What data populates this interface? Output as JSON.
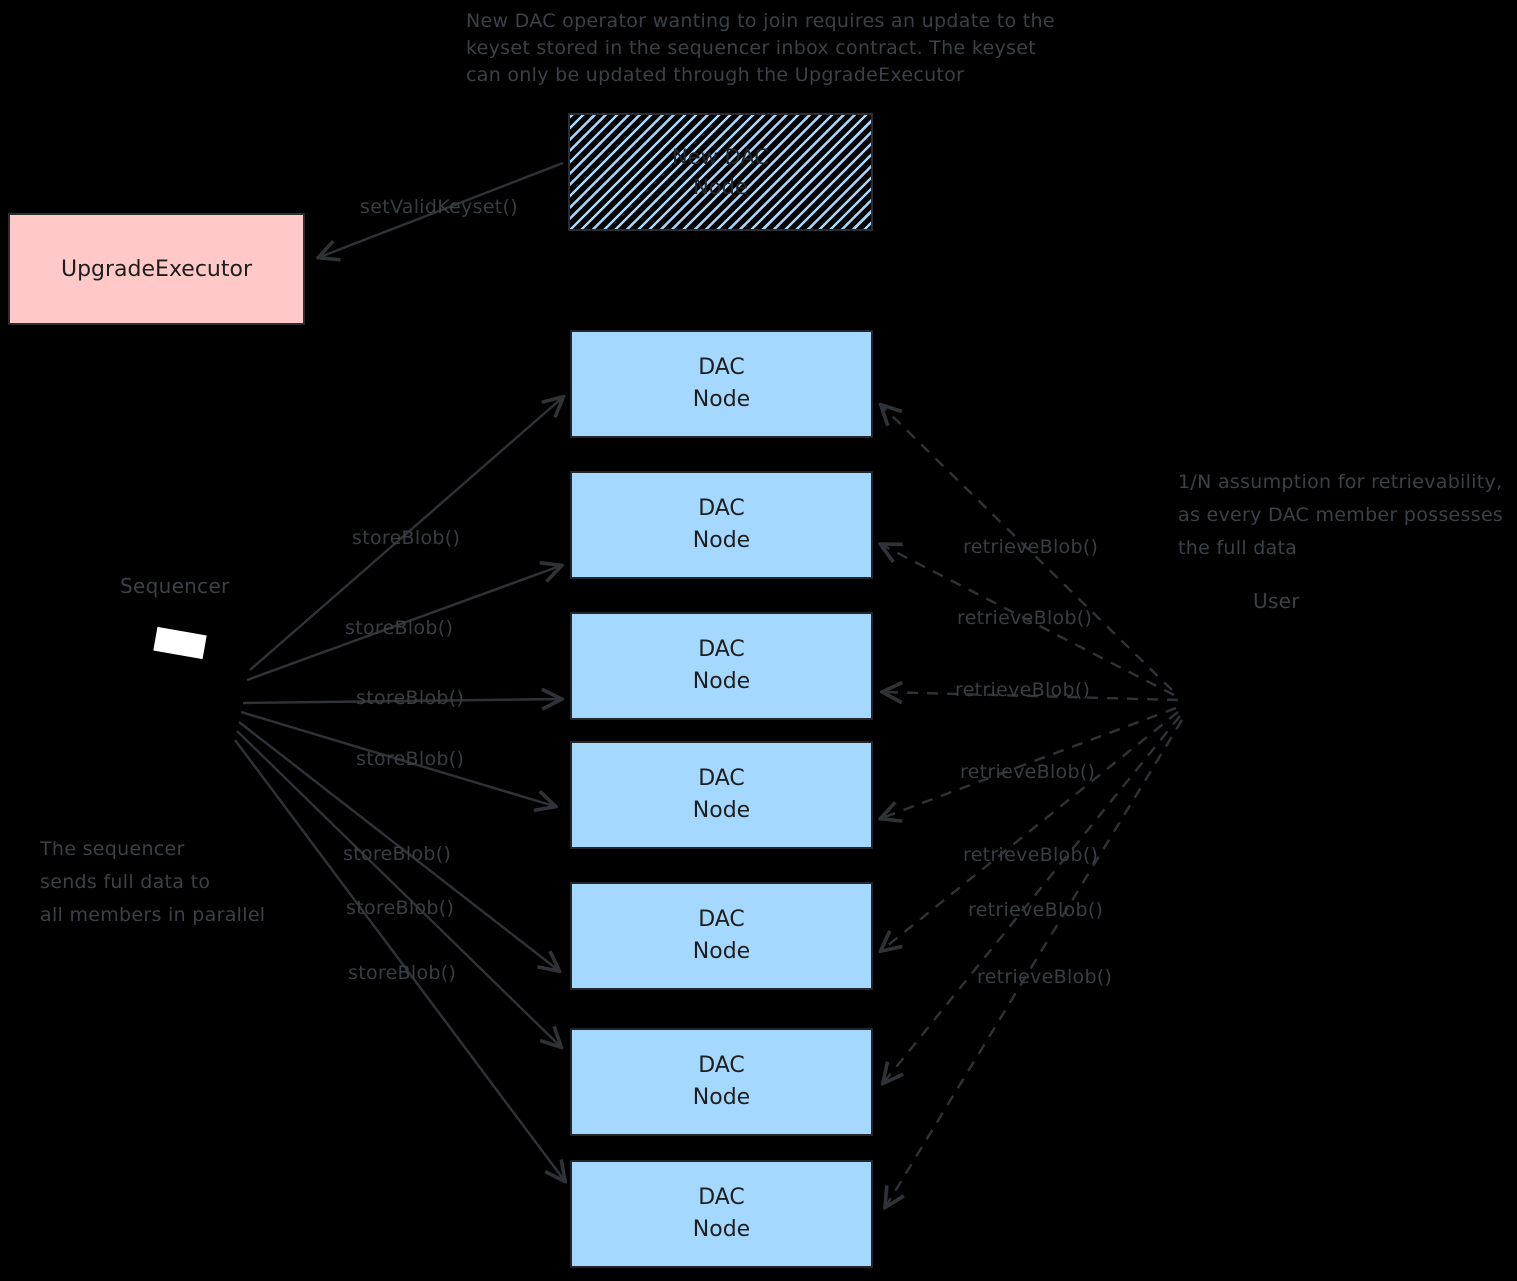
{
  "canvas": {
    "background": "#000000",
    "stroke_color": "#2f3338",
    "text_color": "#3c4147",
    "dac_fill": "#a5d8ff",
    "executor_fill": "#ffc9c9",
    "sequencer_marker_fill": "#ffffff"
  },
  "notes": {
    "top_lines": [
      "New DAC operator wanting to join requires an update to the",
      "keyset stored in the sequencer inbox contract. The keyset",
      "can only be updated through the UpgradeExecutor"
    ],
    "retrievability_lines": [
      "1/N assumption for retrievability,",
      "as every DAC member possesses",
      "the full data"
    ],
    "parallel_lines": [
      "The sequencer",
      "sends full data to",
      "all members in parallel"
    ]
  },
  "nodes": {
    "upgrade_executor": {
      "label": "UpgradeExecutor"
    },
    "new_dac_node": {
      "line1": "New DAC",
      "line2": "Node"
    },
    "dac_node": {
      "line1": "DAC",
      "line2": "Node"
    },
    "dac_node_count": 7,
    "sequencer_label": "Sequencer",
    "user_label": "User"
  },
  "edges": {
    "set_valid_keyset": "setValidKeyset()",
    "store_blob": "storeBlob()",
    "retrieve_blob": "retrieveBlob()"
  }
}
